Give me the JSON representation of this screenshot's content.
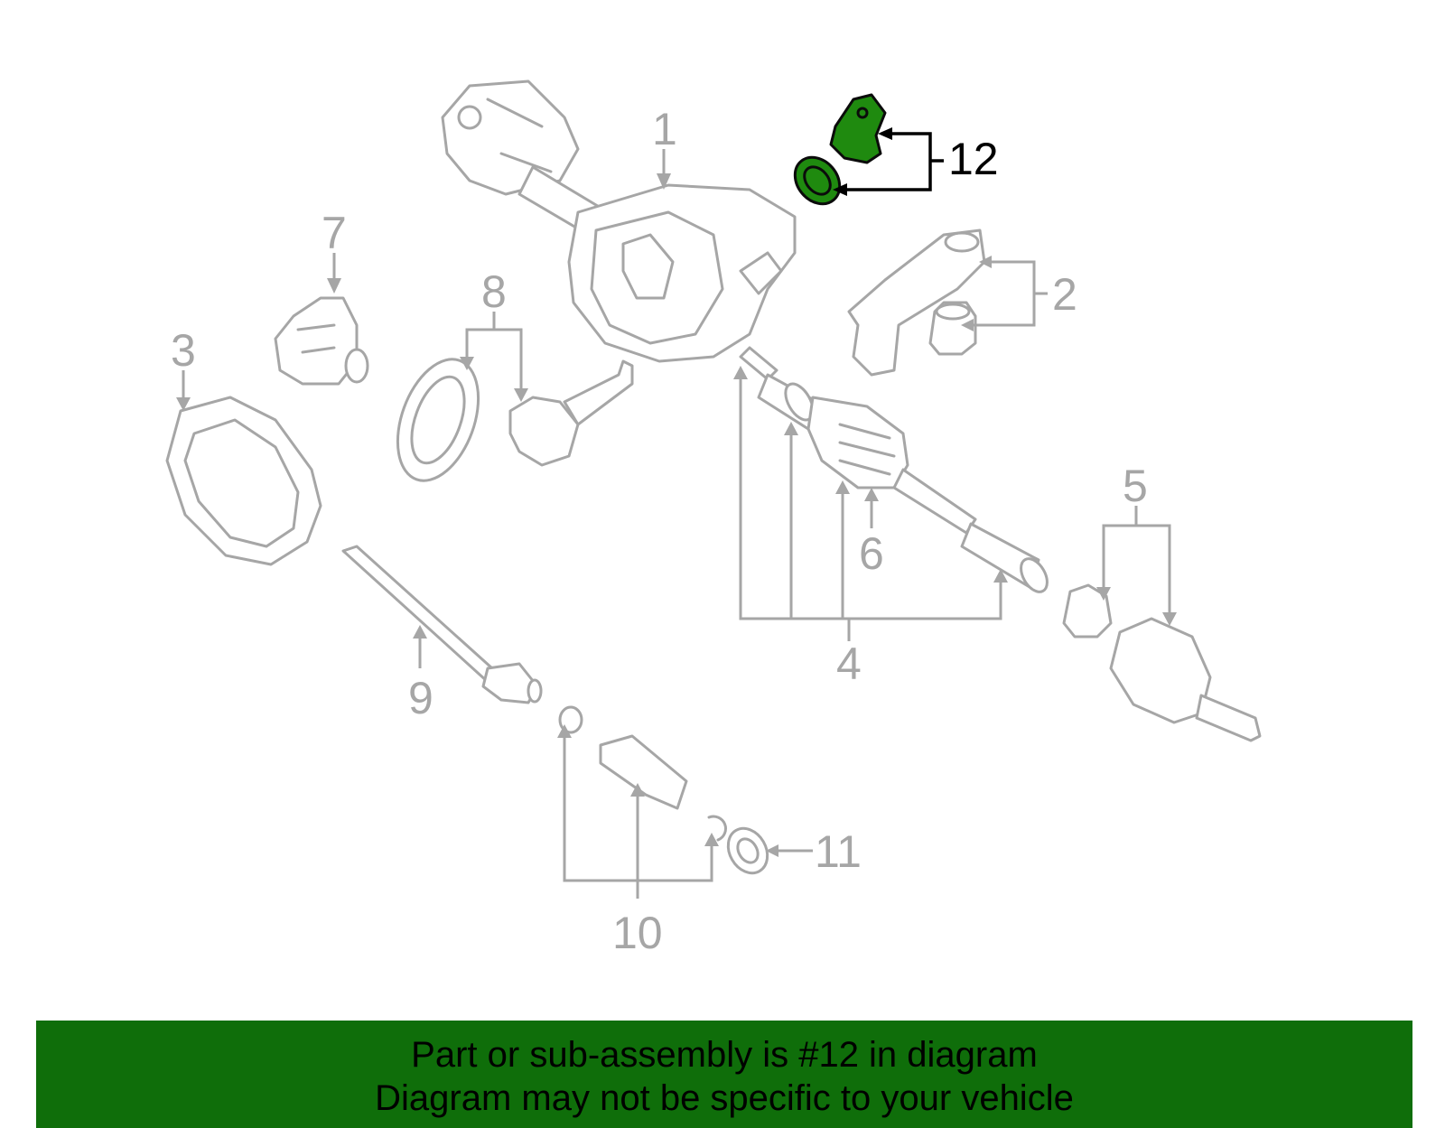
{
  "diagram": {
    "callouts": {
      "c1": "1",
      "c2": "2",
      "c3": "3",
      "c4": "4",
      "c5": "5",
      "c6": "6",
      "c7": "7",
      "c8": "8",
      "c9": "9",
      "c10": "10",
      "c11": "11",
      "c12": "12"
    },
    "highlighted_part": "12",
    "highlight_color": "#1f8a0f",
    "line_color": "#a6a6a6"
  },
  "banner": {
    "line1": "Part or sub-assembly is #12 in diagram",
    "line2": "Diagram may not be specific to your vehicle",
    "background": "#0f6e0a"
  }
}
